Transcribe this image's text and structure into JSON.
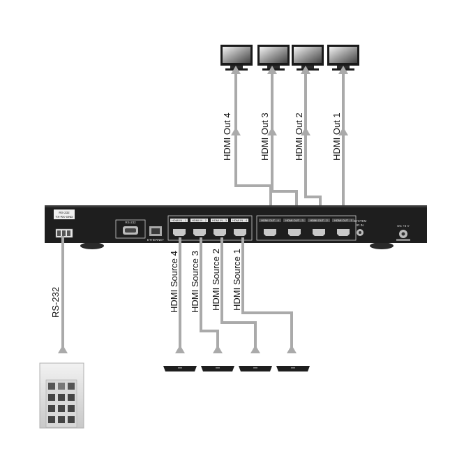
{
  "outputs": [
    {
      "label": "HDMI Out 4"
    },
    {
      "label": "HDMI Out 3"
    },
    {
      "label": "HDMI Out 2"
    },
    {
      "label": "HDMI Out 1"
    }
  ],
  "sources": [
    {
      "label": "HDMI Source 4"
    },
    {
      "label": "HDMI Source 3"
    },
    {
      "label": "HDMI Source 2"
    },
    {
      "label": "HDMI Source 1"
    }
  ],
  "control": {
    "label": "RS-232"
  },
  "device": {
    "rs232_title": "RS-232",
    "rs232_pins": "TX-RX-GND",
    "db9_label": "RS-232",
    "ethernet_label": "ETHERNET",
    "hdmi_in_labels": [
      "HDMI IN - 1",
      "HDMI IN - 2",
      "HDMI IN - 3",
      "HDMI IN - 4"
    ],
    "hdmi_out_labels": [
      "HDMI OUT - 1",
      "HDMI OUT - 2",
      "HDMI OUT - 3",
      "HDMI OUT - 4"
    ],
    "system_ir_label": "SYSTEM",
    "ir_in_label": "IR IN",
    "dc_label": "DC +5 V"
  },
  "colors": {
    "connector": "#aaaaaa",
    "device_body": "#1e1e1e"
  }
}
